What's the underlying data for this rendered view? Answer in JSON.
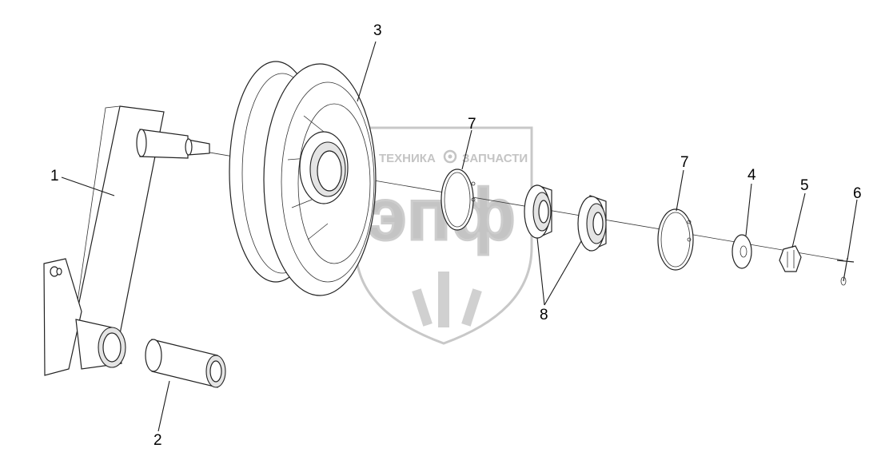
{
  "watermark": {
    "top_text_left": "ТЕХНИКА",
    "top_text_right": "ЗАПЧАСТИ",
    "logo_text": "эпф",
    "gear_icon": "gear-icon",
    "wheat_icon": "wheat-icon",
    "color": "#c4c4c4"
  },
  "callouts": {
    "c1": "1",
    "c2": "2",
    "c3": "3",
    "c4": "4",
    "c5": "5",
    "c6": "6",
    "c7a": "7",
    "c7b": "7",
    "c8": "8"
  },
  "parts": [
    {
      "id": "1",
      "name": "crank-arm"
    },
    {
      "id": "2",
      "name": "sleeve"
    },
    {
      "id": "3",
      "name": "pulley"
    },
    {
      "id": "4",
      "name": "washer"
    },
    {
      "id": "5",
      "name": "castle-nut"
    },
    {
      "id": "6",
      "name": "cotter-pin"
    },
    {
      "id": "7",
      "name": "retaining-ring"
    },
    {
      "id": "8",
      "name": "bearing"
    }
  ]
}
